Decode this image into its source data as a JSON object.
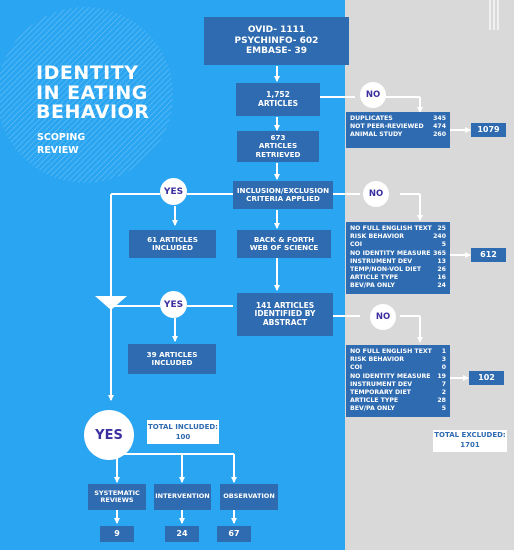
{
  "title": {
    "line1": "IDENTITY",
    "line2": "IN EATING",
    "line3": "BEHAVIOR"
  },
  "subtitle": {
    "line1": "SCOPING",
    "line2": "REVIEW"
  },
  "sources": {
    "line1": "OVID- 1111",
    "line2": "PSYCHINFO- 602",
    "line3": "EMBASE- 39"
  },
  "articles": {
    "count": "1,752",
    "label": "ARTICLES"
  },
  "retrieved": {
    "count": "673",
    "line1": "ARTICLES",
    "line2": "RETRIEVED"
  },
  "criteria": {
    "line1": "INCLUSION/EXCLUSION",
    "line2": "CRITERIA APPLIED"
  },
  "included1": {
    "line1": "61 ARTICLES",
    "line2": "INCLUDED"
  },
  "backforth": {
    "line1": "BACK & FORTH",
    "line2": "WEB OF SCIENCE"
  },
  "abstract": {
    "line1": "141 ARTICLES",
    "line2": "IDENTIFIED BY",
    "line3": "ABSTRACT"
  },
  "included2": {
    "line1": "39 ARTICLES",
    "line2": "INCLUDED"
  },
  "decisions": {
    "yes1": "YES",
    "yes2": "YES",
    "yes_big": "YES",
    "no1": "NO",
    "no2": "NO",
    "no3": "NO"
  },
  "exclusion1": {
    "items": [
      {
        "label": "DUPLICATES",
        "value": "345"
      },
      {
        "label": "NOT PEER-REVIEWED",
        "value": "474"
      },
      {
        "label": "ANIMAL STUDY",
        "value": "260"
      }
    ],
    "total": "1079"
  },
  "exclusion2": {
    "items": [
      {
        "label": "NO FULL ENGLISH TEXT",
        "value": "25"
      },
      {
        "label": " RISK BEHAVIOR",
        "value": "240"
      },
      {
        "label": "COI",
        "value": "5"
      },
      {
        "label": "NO IDENTITY MEASURE",
        "value": "365"
      },
      {
        "label": "INSTRUMENT DEV",
        "value": "13"
      },
      {
        "label": "TEMP/NON-VOL DIET",
        "value": "26"
      },
      {
        "label": "ARTICLE TYPE",
        "value": "16"
      },
      {
        "label": "BEV/PA ONLY",
        "value": "24"
      }
    ],
    "total": "612"
  },
  "exclusion3": {
    "items": [
      {
        "label": "NO FULL ENGLISH TEXT",
        "value": "1"
      },
      {
        "label": " RISK BEHAVIOR",
        "value": "3"
      },
      {
        "label": "COI",
        "value": "0"
      },
      {
        "label": "NO IDENTITY MEASURE",
        "value": "19"
      },
      {
        "label": "INSTRUMENT DEV",
        "value": "7"
      },
      {
        "label": "TEMPORARY DIET",
        "value": "2"
      },
      {
        "label": "ARTICLE TYPE",
        "value": "28"
      },
      {
        "label": "BEV/PA ONLY",
        "value": "5"
      }
    ],
    "total": "102"
  },
  "total_included": {
    "label": "TOTAL INCLUDED:",
    "value": "100"
  },
  "total_excluded": {
    "label": "TOTAL EXCLUDED:",
    "value": "1701"
  },
  "outcomes": [
    {
      "label_line1": "SYSTEMATIC",
      "label_line2": "REVIEWS",
      "count": "9"
    },
    {
      "label_line1": "INTERVENTION",
      "label_line2": "",
      "count": "24"
    },
    {
      "label_line1": "OBSERVATION",
      "label_line2": "",
      "count": "67"
    }
  ],
  "colors": {
    "left_bg": "#2aa5f1",
    "right_bg": "#d9d9d9",
    "box": "#2f6bb0",
    "yes_text": "#3b2fa0"
  }
}
